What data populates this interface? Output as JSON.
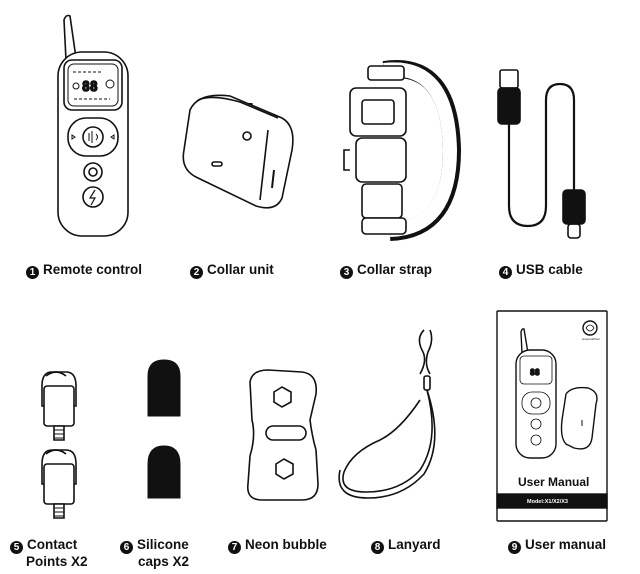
{
  "items": [
    {
      "num": "1",
      "label": "Remote control"
    },
    {
      "num": "2",
      "label": "Collar unit"
    },
    {
      "num": "3",
      "label": "Collar strap"
    },
    {
      "num": "4",
      "label": "USB cable"
    },
    {
      "num": "5",
      "label": "Contact",
      "label2": "Points X2"
    },
    {
      "num": "6",
      "label": "Silicone",
      "label2": "caps X2"
    },
    {
      "num": "7",
      "label": "Neon bubble"
    },
    {
      "num": "8",
      "label": "Lanyard"
    },
    {
      "num": "9",
      "label": "User manual"
    }
  ],
  "remote": {
    "display": "88"
  },
  "manual": {
    "title": "User Manual",
    "model": "Model:X1/X2/X3",
    "logo_text": "AmericaPhon"
  }
}
